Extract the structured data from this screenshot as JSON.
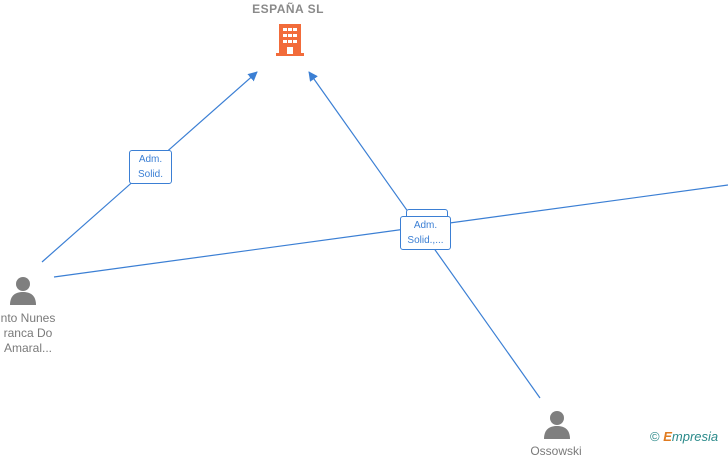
{
  "company": {
    "name": "ESPAÑA  SL",
    "icon": "building-icon",
    "color": "#f26b3a"
  },
  "persons": [
    {
      "id": "person-left",
      "label_lines": [
        "nto Nunes",
        "ranca Do",
        "Amaral..."
      ],
      "icon": "person-icon"
    },
    {
      "id": "person-bottom",
      "label_lines": [
        "Ossowski"
      ],
      "icon": "person-icon"
    }
  ],
  "edges": [
    {
      "id": "edge-left-to-company",
      "label_lines": [
        "Adm.",
        "Solid."
      ]
    },
    {
      "id": "edge-bottom-to-company",
      "label_lines": [
        "Adm.",
        "Solid.,..."
      ]
    }
  ],
  "edge_color": "#3b7fd4",
  "person_color": "#7f7f7f",
  "watermark": {
    "symbol": "©",
    "brand_initial": "E",
    "brand_rest": "mpresia"
  }
}
